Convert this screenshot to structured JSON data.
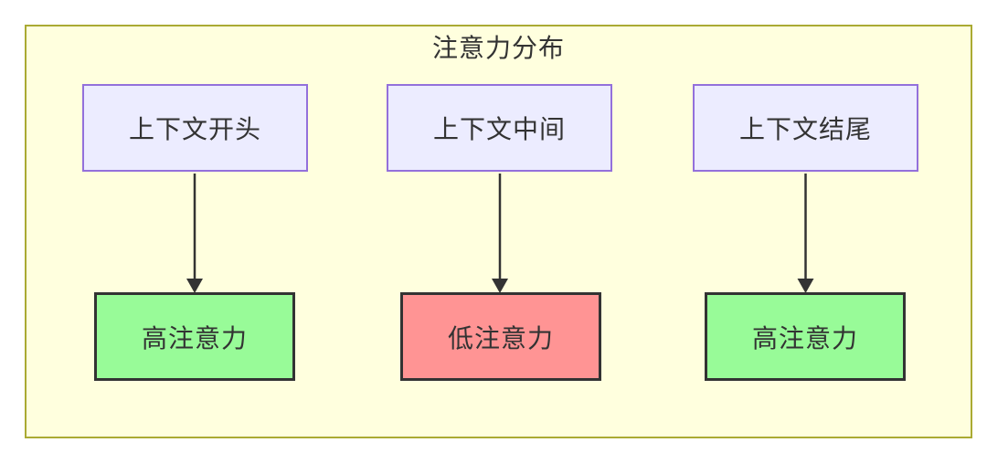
{
  "diagram": {
    "title": "注意力分布",
    "top_nodes": [
      {
        "id": "context-start",
        "label": "上下文开头"
      },
      {
        "id": "context-middle",
        "label": "上下文中间"
      },
      {
        "id": "context-end",
        "label": "上下文结尾"
      }
    ],
    "bottom_nodes": [
      {
        "id": "high-attention-left",
        "label": "高注意力",
        "level": "high"
      },
      {
        "id": "low-attention-middle",
        "label": "低注意力",
        "level": "low"
      },
      {
        "id": "high-attention-right",
        "label": "高注意力",
        "level": "high"
      }
    ],
    "edges": [
      {
        "from": "context-start",
        "to": "high-attention-left"
      },
      {
        "from": "context-middle",
        "to": "low-attention-middle"
      },
      {
        "from": "context-end",
        "to": "high-attention-right"
      }
    ],
    "colors": {
      "canvas_background": "#ffffff",
      "container_fill": "#ffffde",
      "container_border": "#aaaa33",
      "context_node_fill": "#ececff",
      "context_node_border": "#9370db",
      "high_attention_fill": "#98fb98",
      "low_attention_fill": "#ff9494",
      "attention_node_border": "#333333",
      "text": "#333333",
      "arrow": "#333333"
    }
  }
}
